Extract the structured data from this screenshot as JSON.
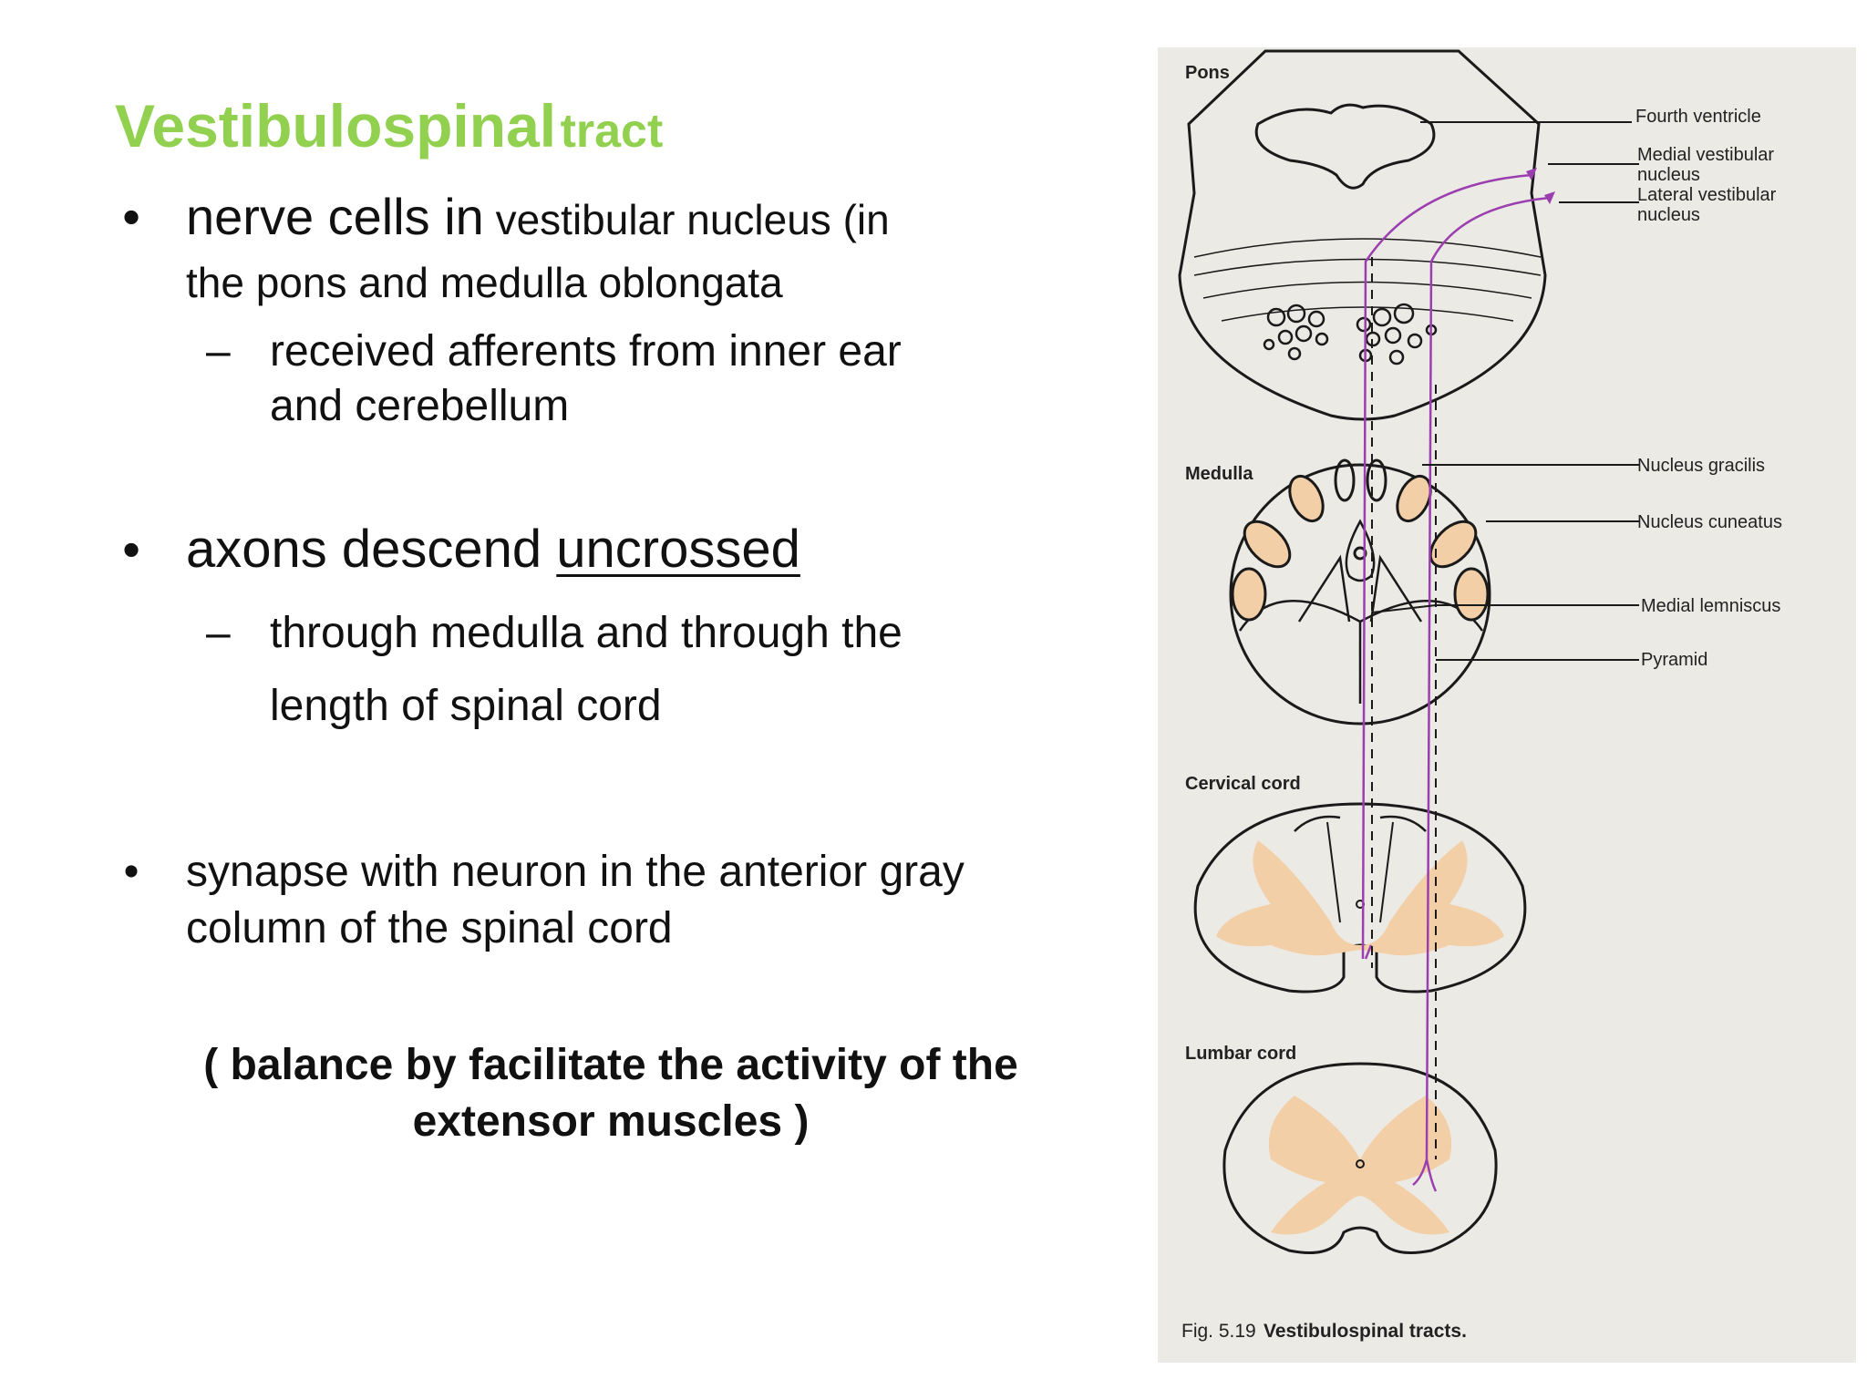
{
  "slide": {
    "title": {
      "main": "Vestibulospinal",
      "small": "tract"
    },
    "bullet1": {
      "part_large": "nerve cells in",
      "part_small": " vestibular nucleus (in",
      "line2": "the pons and medulla oblongata"
    },
    "sub1": {
      "line1": "received afferents from inner ear",
      "line2": "and cerebellum"
    },
    "bullet2": {
      "text": "axons descend ",
      "underlined": "uncrossed"
    },
    "sub2": {
      "line1": "through medulla and through the",
      "line2": "length of spinal cord"
    },
    "bullet3": {
      "line1": "synapse with neuron in the anterior gray",
      "line2": "column of the spinal cord"
    },
    "note": {
      "line1": "( balance by facilitate the activity of the",
      "line2": "extensor muscles )"
    },
    "bullet_char": "•",
    "dash_char": "–",
    "colors": {
      "title": "#92d050",
      "tract": "#9b3fb0",
      "nucleus_fill": "#f3cfa8",
      "figure_bg": "#eceae4"
    }
  },
  "figure": {
    "section_labels": {
      "pons": "Pons",
      "medulla": "Medulla",
      "cervical": "Cervical cord",
      "lumbar": "Lumbar cord"
    },
    "callouts": {
      "fourth_ventricle": "Fourth ventricle",
      "medial_vestibular_1": "Medial vestibular",
      "medial_vestibular_2": "nucleus",
      "lateral_vestibular_1": "Lateral vestibular",
      "lateral_vestibular_2": "nucleus",
      "nucleus_gracilis": "Nucleus gracilis",
      "nucleus_cuneatus": "Nucleus cuneatus",
      "medial_lemniscus": "Medial lemniscus",
      "pyramid": "Pyramid"
    },
    "caption": {
      "fig_no": "Fig. 5.19",
      "text": "Vestibulospinal tracts."
    }
  }
}
